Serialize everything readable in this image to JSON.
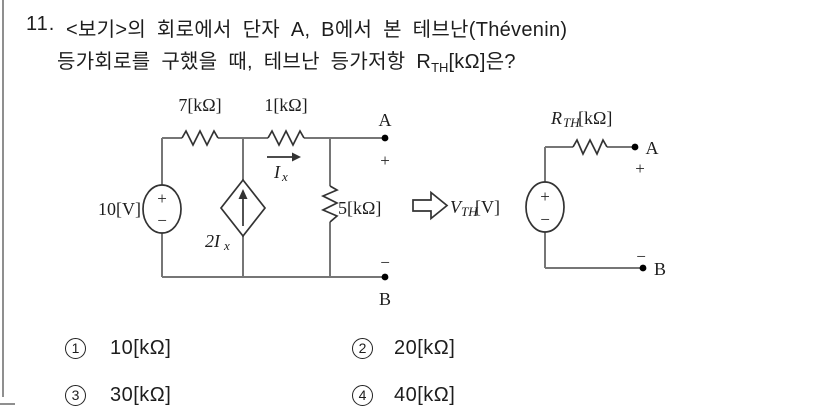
{
  "question": {
    "number": "11.",
    "line1": "<보기>의 회로에서 단자 A, B에서 본 테브난(Thévenin)",
    "line2_pre": "등가회로를 구했을 때, 테브난 등가저항 R",
    "line2_sub": "TH",
    "line2_post": "[kΩ]은?"
  },
  "circuit": {
    "voltage_source": "10[V]",
    "r_top_left": "7[kΩ]",
    "r_top_right": "1[kΩ]",
    "r_load": "5[kΩ]",
    "dependent_source_main": "2I",
    "dependent_source_sub": "x",
    "current_main": "I",
    "current_sub": "x",
    "terminal_a": "A",
    "terminal_b": "B",
    "plus": "+",
    "minus": "−"
  },
  "thevenin": {
    "r_main": "R",
    "r_sub": "TH",
    "r_unit": "[kΩ]",
    "v_main": "V",
    "v_sub": "TH",
    "v_unit": "[V]",
    "terminal_a": "A",
    "terminal_b": "B",
    "plus": "+",
    "minus": "−"
  },
  "options": [
    {
      "num": "1",
      "value": "10[kΩ]"
    },
    {
      "num": "2",
      "value": "20[kΩ]"
    },
    {
      "num": "3",
      "value": "30[kΩ]"
    },
    {
      "num": "4",
      "value": "40[kΩ]"
    }
  ]
}
